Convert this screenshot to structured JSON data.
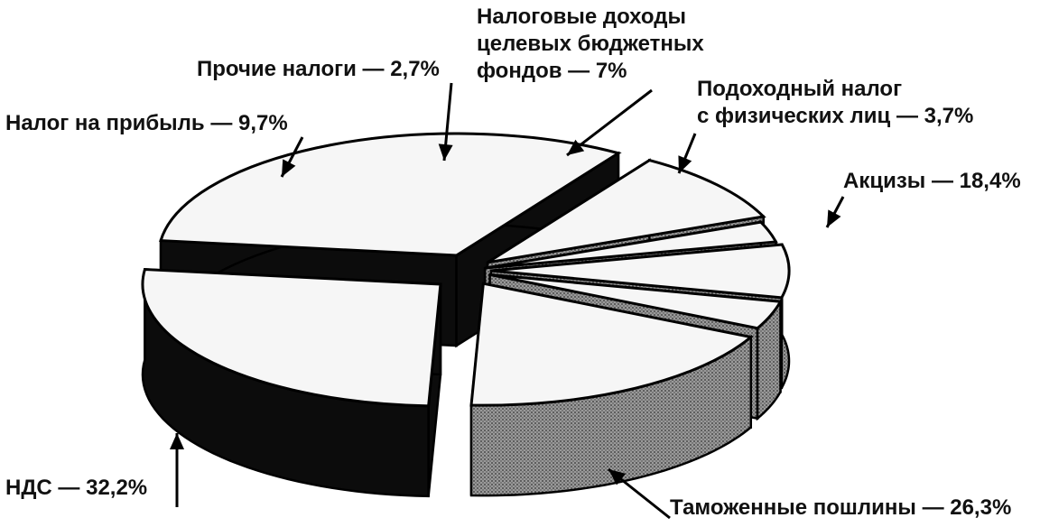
{
  "chart_data": {
    "type": "pie",
    "style": "exploded-3d",
    "title": "",
    "categories": [
      "НДС — 32,2%",
      "Налог на прибыль — 9,7%",
      "Прочие налоги — 2,7%",
      "Налоговые доходы целевых бюджетных фондов — 7%",
      "Подоходный налог с физических лиц — 3,7%",
      "Акцизы — 18,4%",
      "Таможенные пошлины — 26,3%"
    ],
    "values": [
      32.2,
      9.7,
      2.7,
      7.0,
      3.7,
      18.4,
      26.3
    ],
    "labels": [
      [
        "НДС — 32,2%"
      ],
      [
        "Налог на прибыль — 9,7%"
      ],
      [
        "Прочие налоги — 2,7%"
      ],
      [
        "Налоговые доходы",
        "целевых бюджетных",
        "фондов — 7%"
      ],
      [
        "Подоходный налог",
        "с физических лиц — 3,7%"
      ],
      [
        "Акцизы — 18,4%"
      ],
      [
        "Таможенные пошлины — 26,3%"
      ]
    ],
    "colors": {
      "top": "#f6f6f6",
      "outline": "#000000",
      "sides": [
        "#0c0c0c",
        "#5a5a5a",
        "#6a6a6a",
        "#8c8c8c",
        "#8c8c8c",
        "#7a7a7a",
        "#0c0c0c"
      ]
    }
  }
}
